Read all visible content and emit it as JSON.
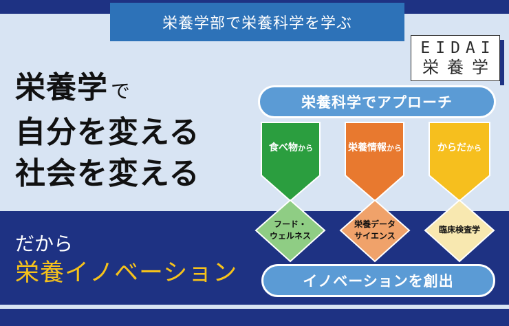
{
  "banner": {
    "text": "栄養学部で栄養科学を学ぶ"
  },
  "logo": {
    "en": "EIDAI",
    "ja": "栄養学"
  },
  "headline": {
    "line1": "栄養学",
    "line1_small": "で",
    "line2": "自分を変える",
    "line3": "社会を変える"
  },
  "tagline": {
    "dakara": "だから",
    "innovation": "栄養イノベーション"
  },
  "approach_pill": {
    "label": "栄養科学でアプローチ"
  },
  "create_pill": {
    "label": "イノベーションを創出"
  },
  "paths": [
    {
      "source": "食べ物",
      "suffix": "から",
      "color": "#2b9e3f",
      "line1": "フード・",
      "line2": "ウェルネス",
      "diamond_color": "#8fcd84"
    },
    {
      "source": "栄養情報",
      "suffix": "から",
      "color": "#e8792f",
      "line1": "栄養データ",
      "line2": "サイエンス",
      "diamond_color": "#f0a26a"
    },
    {
      "source": "からだ",
      "suffix": "から",
      "color": "#f6bf1e",
      "line1": "臨床検査学",
      "line2": "",
      "diamond_color": "#f8e8b0"
    }
  ],
  "colors": {
    "navy": "#1e3283",
    "banner_blue": "#2d72b8",
    "pill_blue": "#5b9bd5",
    "background": "#d8e4f3",
    "accent_yellow": "#f6c21b"
  }
}
